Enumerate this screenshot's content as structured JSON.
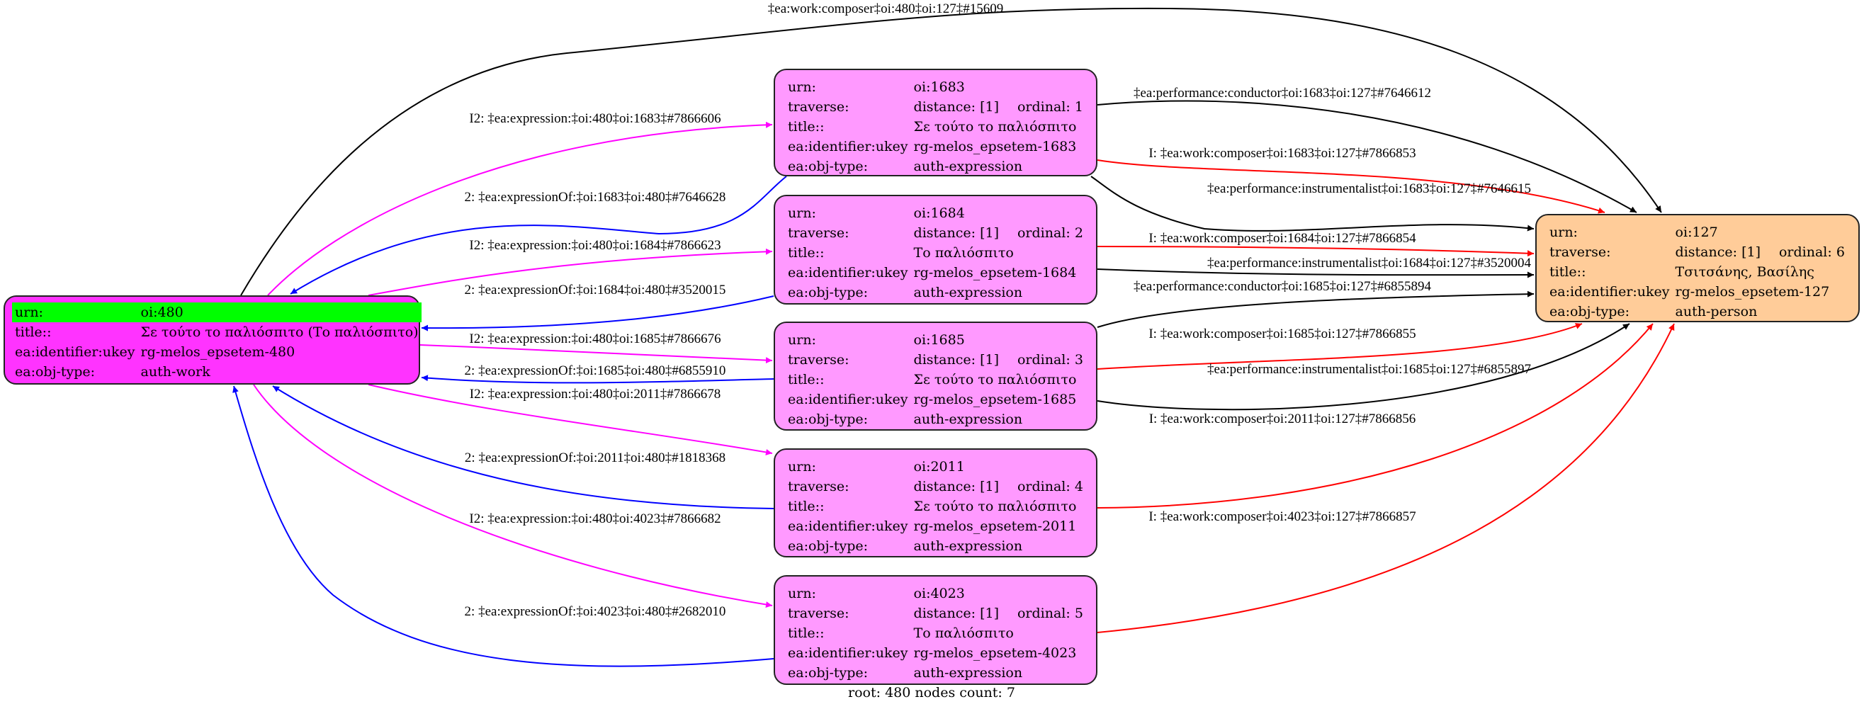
{
  "colors": {
    "root_fill": "#ff33ff",
    "expression_fill": "#ff99ff",
    "person_fill": "#ffcc99",
    "highlight": "#00ff00",
    "edge_expression": "#ff00ff",
    "edge_expression_of": "#0000ff",
    "edge_composer": "#ff0000",
    "edge_performance": "#000000"
  },
  "nodes": {
    "n480": {
      "urn_key": "urn:",
      "urn": "oi:480",
      "title_key": "title::",
      "title": "Σε τούτο το παλιόσπιτο (Το παλιόσπιτο)",
      "ukey_key": "ea:identifier:ukey",
      "ukey": "rg-melos_epsetem-480",
      "type_key": "ea:obj-type:",
      "type": "auth-work"
    },
    "n1683": {
      "urn_key": "urn:",
      "urn": "oi:1683",
      "traverse_key": "traverse:",
      "distance": "distance: [1]",
      "ordinal": "ordinal: 1",
      "title_key": "title::",
      "title": "Σε τούτο το παλιόσπιτο",
      "ukey_key": "ea:identifier:ukey",
      "ukey": "rg-melos_epsetem-1683",
      "type_key": "ea:obj-type:",
      "type": "auth-expression"
    },
    "n1684": {
      "urn_key": "urn:",
      "urn": "oi:1684",
      "traverse_key": "traverse:",
      "distance": "distance: [1]",
      "ordinal": "ordinal: 2",
      "title_key": "title::",
      "title": "Το παλιόσπιτο",
      "ukey_key": "ea:identifier:ukey",
      "ukey": "rg-melos_epsetem-1684",
      "type_key": "ea:obj-type:",
      "type": "auth-expression"
    },
    "n1685": {
      "urn_key": "urn:",
      "urn": "oi:1685",
      "traverse_key": "traverse:",
      "distance": "distance: [1]",
      "ordinal": "ordinal: 3",
      "title_key": "title::",
      "title": "Σε τούτο το παλιόσπιτο",
      "ukey_key": "ea:identifier:ukey",
      "ukey": "rg-melos_epsetem-1685",
      "type_key": "ea:obj-type:",
      "type": "auth-expression"
    },
    "n2011": {
      "urn_key": "urn:",
      "urn": "oi:2011",
      "traverse_key": "traverse:",
      "distance": "distance: [1]",
      "ordinal": "ordinal: 4",
      "title_key": "title::",
      "title": "Σε τούτο το παλιόσπιτο",
      "ukey_key": "ea:identifier:ukey",
      "ukey": "rg-melos_epsetem-2011",
      "type_key": "ea:obj-type:",
      "type": "auth-expression"
    },
    "n4023": {
      "urn_key": "urn:",
      "urn": "oi:4023",
      "traverse_key": "traverse:",
      "distance": "distance: [1]",
      "ordinal": "ordinal: 5",
      "title_key": "title::",
      "title": "Το παλιόσπιτο",
      "ukey_key": "ea:identifier:ukey",
      "ukey": "rg-melos_epsetem-4023",
      "type_key": "ea:obj-type:",
      "type": "auth-expression"
    },
    "n127": {
      "urn_key": "urn:",
      "urn": "oi:127",
      "traverse_key": "traverse:",
      "distance": "distance: [1]",
      "ordinal": "ordinal: 6",
      "title_key": "title::",
      "title": "Τσιτσάνης, Βασίλης",
      "ukey_key": "ea:identifier:ukey",
      "ukey": "rg-melos_epsetem-127",
      "type_key": "ea:obj-type:",
      "type": "auth-person"
    }
  },
  "edges": {
    "e1": {
      "label": "‡ea:work:composer‡oi:480‡oi:127‡#15609",
      "from": "oi:480",
      "to": "oi:127",
      "kind": "performance"
    },
    "e2": {
      "label": "I2: ‡ea:expression:‡oi:480‡oi:1683‡#7866606",
      "from": "oi:480",
      "to": "oi:1683",
      "kind": "expression"
    },
    "e3": {
      "label": "2: ‡ea:expressionOf:‡oi:1683‡oi:480‡#7646628",
      "from": "oi:1683",
      "to": "oi:480",
      "kind": "expression_of"
    },
    "e4": {
      "label": "I2: ‡ea:expression:‡oi:480‡oi:1684‡#7866623",
      "from": "oi:480",
      "to": "oi:1684",
      "kind": "expression"
    },
    "e5": {
      "label": "2: ‡ea:expressionOf:‡oi:1684‡oi:480‡#3520015",
      "from": "oi:1684",
      "to": "oi:480",
      "kind": "expression_of"
    },
    "e6": {
      "label": "I2: ‡ea:expression:‡oi:480‡oi:1685‡#7866676",
      "from": "oi:480",
      "to": "oi:1685",
      "kind": "expression"
    },
    "e7": {
      "label": "2: ‡ea:expressionOf:‡oi:1685‡oi:480‡#6855910",
      "from": "oi:1685",
      "to": "oi:480",
      "kind": "expression_of"
    },
    "e8": {
      "label": "I2: ‡ea:expression:‡oi:480‡oi:2011‡#7866678",
      "from": "oi:480",
      "to": "oi:2011",
      "kind": "expression"
    },
    "e9": {
      "label": "2: ‡ea:expressionOf:‡oi:2011‡oi:480‡#1818368",
      "from": "oi:2011",
      "to": "oi:480",
      "kind": "expression_of"
    },
    "e10": {
      "label": "I2: ‡ea:expression:‡oi:480‡oi:4023‡#7866682",
      "from": "oi:480",
      "to": "oi:4023",
      "kind": "expression"
    },
    "e11": {
      "label": "2: ‡ea:expressionOf:‡oi:4023‡oi:480‡#2682010",
      "from": "oi:4023",
      "to": "oi:480",
      "kind": "expression_of"
    },
    "e12": {
      "label": "‡ea:performance:conductor‡oi:1683‡oi:127‡#7646612",
      "from": "oi:1683",
      "to": "oi:127",
      "kind": "performance"
    },
    "e13": {
      "label": "I: ‡ea:work:composer‡oi:1683‡oi:127‡#7866853",
      "from": "oi:1683",
      "to": "oi:127",
      "kind": "composer"
    },
    "e14": {
      "label": "‡ea:performance:instrumentalist‡oi:1683‡oi:127‡#7646615",
      "from": "oi:1683",
      "to": "oi:127",
      "kind": "performance"
    },
    "e15": {
      "label": "I: ‡ea:work:composer‡oi:1684‡oi:127‡#7866854",
      "from": "oi:1684",
      "to": "oi:127",
      "kind": "composer"
    },
    "e16": {
      "label": "‡ea:performance:instrumentalist‡oi:1684‡oi:127‡#3520004",
      "from": "oi:1684",
      "to": "oi:127",
      "kind": "performance"
    },
    "e17": {
      "label": "‡ea:performance:conductor‡oi:1685‡oi:127‡#6855894",
      "from": "oi:1685",
      "to": "oi:127",
      "kind": "performance"
    },
    "e18": {
      "label": "I: ‡ea:work:composer‡oi:1685‡oi:127‡#7866855",
      "from": "oi:1685",
      "to": "oi:127",
      "kind": "composer"
    },
    "e19": {
      "label": "‡ea:performance:instrumentalist‡oi:1685‡oi:127‡#6855897",
      "from": "oi:1685",
      "to": "oi:127",
      "kind": "performance"
    },
    "e20": {
      "label": "I: ‡ea:work:composer‡oi:2011‡oi:127‡#7866856",
      "from": "oi:2011",
      "to": "oi:127",
      "kind": "composer"
    },
    "e21": {
      "label": "I: ‡ea:work:composer‡oi:4023‡oi:127‡#7866857",
      "from": "oi:4023",
      "to": "oi:127",
      "kind": "composer"
    }
  },
  "caption": "root: 480 nodes count: 7"
}
